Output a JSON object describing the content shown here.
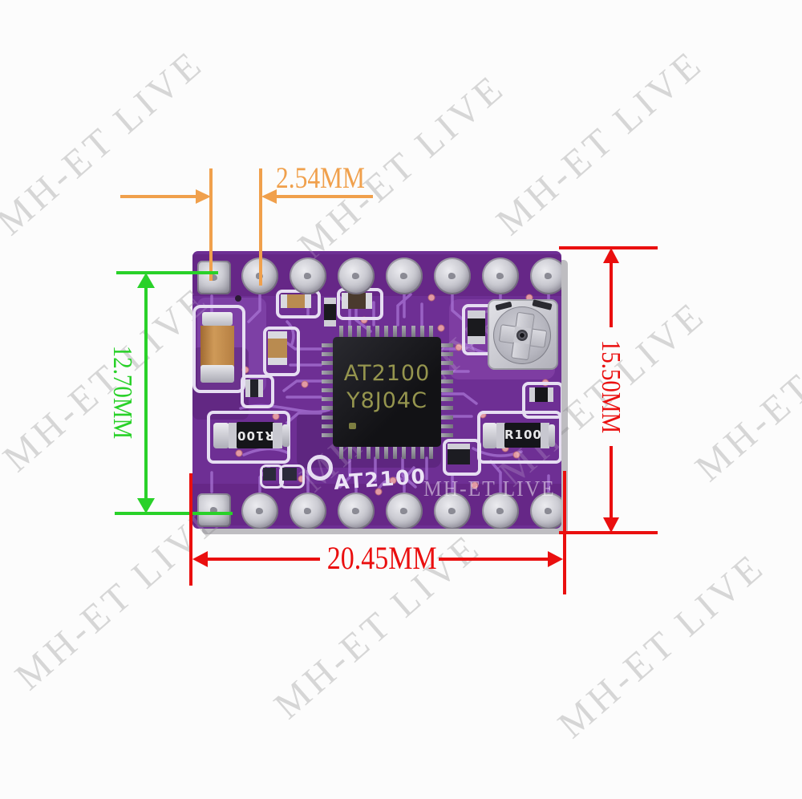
{
  "watermark": {
    "text": "MH-ET LIVE",
    "color": "#d6d6d6",
    "board_text": "MH-ET LIVE"
  },
  "dimensions": {
    "pin_pitch": {
      "label": "2.54MM",
      "color": "#f0a04c"
    },
    "pin_row_span": {
      "label": "12.70MM",
      "color": "#29d129"
    },
    "board_height": {
      "label": "15.50MM",
      "color": "#ea0f0f"
    },
    "board_width": {
      "label": "20.45MM",
      "color": "#ea0f0f"
    }
  },
  "board": {
    "chip": {
      "line1": "AT2100",
      "line2": "Y8J04C"
    },
    "silkscreen_label": "AT2100",
    "resistors": {
      "left": "R100",
      "right": "R100"
    },
    "colors": {
      "pcb": "#6e2f94",
      "silkscreen": "#e6def2",
      "trace": "#a873d4"
    }
  }
}
